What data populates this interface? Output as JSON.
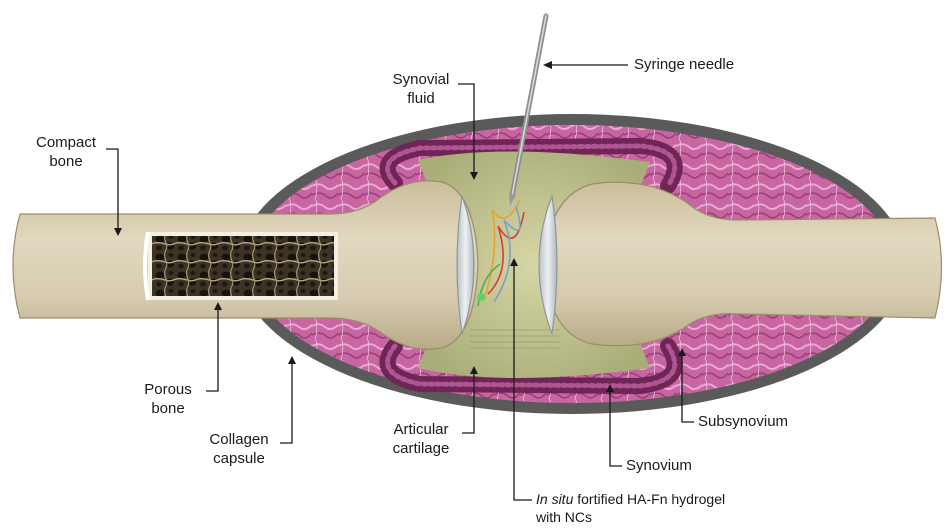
{
  "labels": {
    "compact_bone": [
      "Compact",
      "bone"
    ],
    "synovial_fluid": [
      "Synovial",
      "fluid"
    ],
    "syringe_needle": "Syringe needle",
    "porous_bone": [
      "Porous",
      "bone"
    ],
    "collagen_capsule": [
      "Collagen",
      "capsule"
    ],
    "articular_cartilage": [
      "Articular",
      "cartilage"
    ],
    "subsynovium": "Subsynovium",
    "synovium": "Synovium",
    "hydrogel": {
      "italic": "In situ",
      "rest": "fortified HA-Fn  hydrogel",
      "line2": "with NCs"
    }
  },
  "colors": {
    "bone": "#d8ccae",
    "capsule": "#5a5a5a",
    "subsynovium": "#cf6fa7",
    "synovium": "#7d2f62",
    "fluid": "#c7c99a",
    "cartilage": "#d9dee2",
    "porous": "#2f2a20"
  }
}
